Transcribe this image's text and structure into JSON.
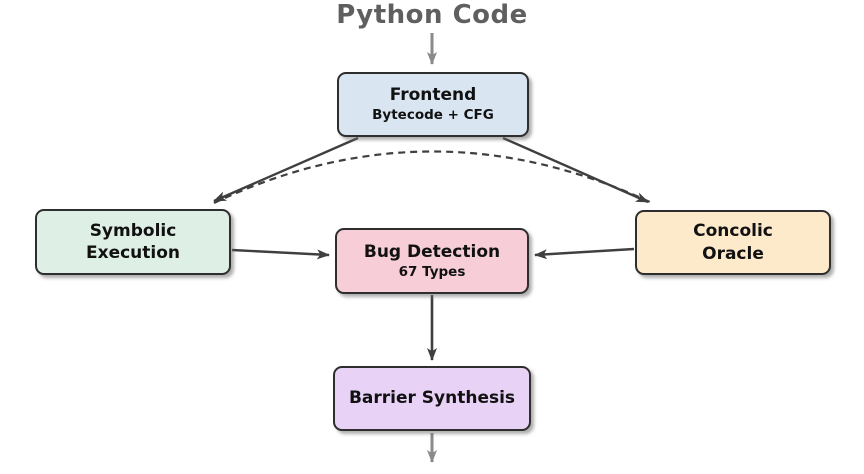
{
  "diagram": {
    "title": "Python Code",
    "nodes": {
      "frontend": {
        "label": "Frontend",
        "sublabel": "Bytecode + CFG",
        "fill": "#d9e5f1"
      },
      "symbolic": {
        "line1": "Symbolic",
        "line2": "Execution",
        "fill": "#def0e5"
      },
      "concolic": {
        "line1": "Concolic",
        "line2": "Oracle",
        "fill": "#fdeacb"
      },
      "bug": {
        "label": "Bug Detection",
        "sublabel": "67 Types",
        "fill": "#f7cdd8"
      },
      "barrier": {
        "label": "Barrier Synthesis",
        "fill": "#e8d2f5"
      }
    },
    "edges": [
      {
        "from": "Python Code",
        "to": "Frontend",
        "style": "solid",
        "color": "#8a8a8a"
      },
      {
        "from": "Frontend",
        "to": "Symbolic Execution",
        "style": "solid",
        "color": "#3f3f3f"
      },
      {
        "from": "Frontend",
        "to": "Concolic Oracle",
        "style": "solid",
        "color": "#3f3f3f"
      },
      {
        "from": "Symbolic Execution",
        "to": "Concolic Oracle",
        "style": "dashed",
        "color": "#3f3f3f"
      },
      {
        "from": "Symbolic Execution",
        "to": "Bug Detection",
        "style": "solid",
        "color": "#3f3f3f"
      },
      {
        "from": "Concolic Oracle",
        "to": "Bug Detection",
        "style": "solid",
        "color": "#3f3f3f"
      },
      {
        "from": "Bug Detection",
        "to": "Barrier Synthesis",
        "style": "solid",
        "color": "#3f3f3f"
      },
      {
        "from": "Barrier Synthesis",
        "to": "",
        "style": "solid",
        "color": "#8a8a8a"
      }
    ],
    "colors": {
      "arrow_dark": "#3f3f3f",
      "arrow_gray": "#8a8a8a",
      "node_border": "#2e2e2e",
      "title_text": "#5f5f5f",
      "node_text": "#111111"
    }
  }
}
